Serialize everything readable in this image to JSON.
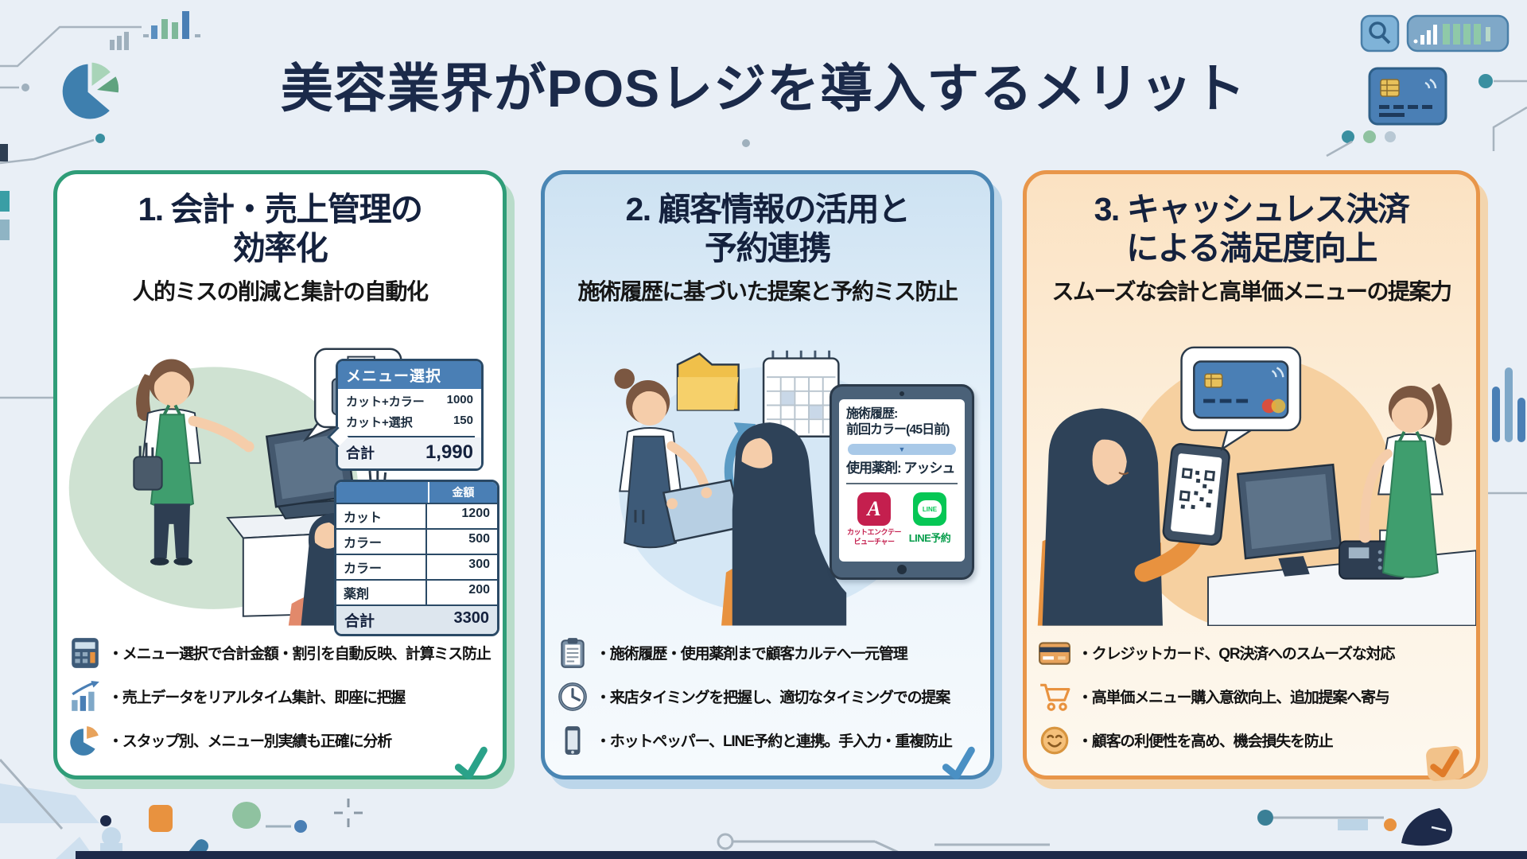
{
  "page": {
    "title": "美容業界がPOSレジを導入するメリット"
  },
  "colors": {
    "background": "#e9eff6",
    "title_navy": "#1b2a4a",
    "card1_accent": "#2f9d78",
    "card2_accent": "#4a86b4",
    "card3_accent": "#e8964a",
    "table_header_blue": "#4a7fb5",
    "hotpepper_red": "#c41f4e",
    "line_green": "#06c755"
  },
  "cards": [
    {
      "title_line1": "1. 会計・売上管理の",
      "title_line2": "効率化",
      "subtitle": "人的ミスの削減と集計の自動化",
      "illustration": {
        "menu_popup": {
          "header": "メニュー選択",
          "rows": [
            {
              "label": "カット+カラー",
              "value": "1000"
            },
            {
              "label": "カット+選択",
              "value": "150"
            }
          ],
          "total_label": "合計",
          "total_value": "1,990"
        },
        "price_table": {
          "col_header": "金額",
          "rows": [
            {
              "label": "カット",
              "value": "1200"
            },
            {
              "label": "カラー",
              "value": "500"
            },
            {
              "label": "カラー",
              "value": "300"
            },
            {
              "label": "薬剤",
              "value": "200"
            }
          ],
          "total_label": "合計",
          "total_value": "3300"
        }
      },
      "bullets": [
        {
          "icon": "calculator-icon",
          "text": "・メニュー選択で合計金額・割引を自動反映、計算ミス防止"
        },
        {
          "icon": "sales-chart-icon",
          "text": "・売上データをリアルタイム集計、即座に把握"
        },
        {
          "icon": "pie-chart-icon",
          "text": "・スタップ別、メニュー別実績も正確に分析"
        }
      ]
    },
    {
      "title_line1": "2. 顧客情報の活用と",
      "title_line2": "予約連携",
      "subtitle": "施術履歴に基づいた提案と予約ミス防止",
      "illustration": {
        "tablet": {
          "line1": "施術履歴:",
          "line2": "前回カラー(45日前)",
          "dropdown_arrow": "▼",
          "line3": "使用薬剤: アッシュ",
          "app1_badge": "A",
          "app1_label_line1": "カットエンクテー",
          "app1_label_line2": "ビューチャー",
          "app2_badge": "LINE",
          "app2_label": "LINE予約"
        }
      },
      "bullets": [
        {
          "icon": "clipboard-icon",
          "text": "・施術履歴・使用薬剤まで顧客カルテへ一元管理"
        },
        {
          "icon": "clock-icon",
          "text": "・来店タイミングを把握し、適切なタイミングでの提案"
        },
        {
          "icon": "smartphone-icon",
          "text": "・ホットペッパー、LINE予約と連携。手入力・重複防止"
        }
      ]
    },
    {
      "title_line1": "3. キャッシュレス決済",
      "title_line2": "による満足度向上",
      "subtitle": "スムーズな会計と高単価メニューの提案力",
      "bullets": [
        {
          "icon": "credit-card-icon",
          "text": "・クレジットカード、QR決済へのスムーズな対応"
        },
        {
          "icon": "cart-icon",
          "text": "・高単価メニュー購入意欲向上、追加提案へ寄与"
        },
        {
          "icon": "smile-icon",
          "text": "・顧客の利便性を高め、機会損失を防止"
        }
      ]
    }
  ]
}
